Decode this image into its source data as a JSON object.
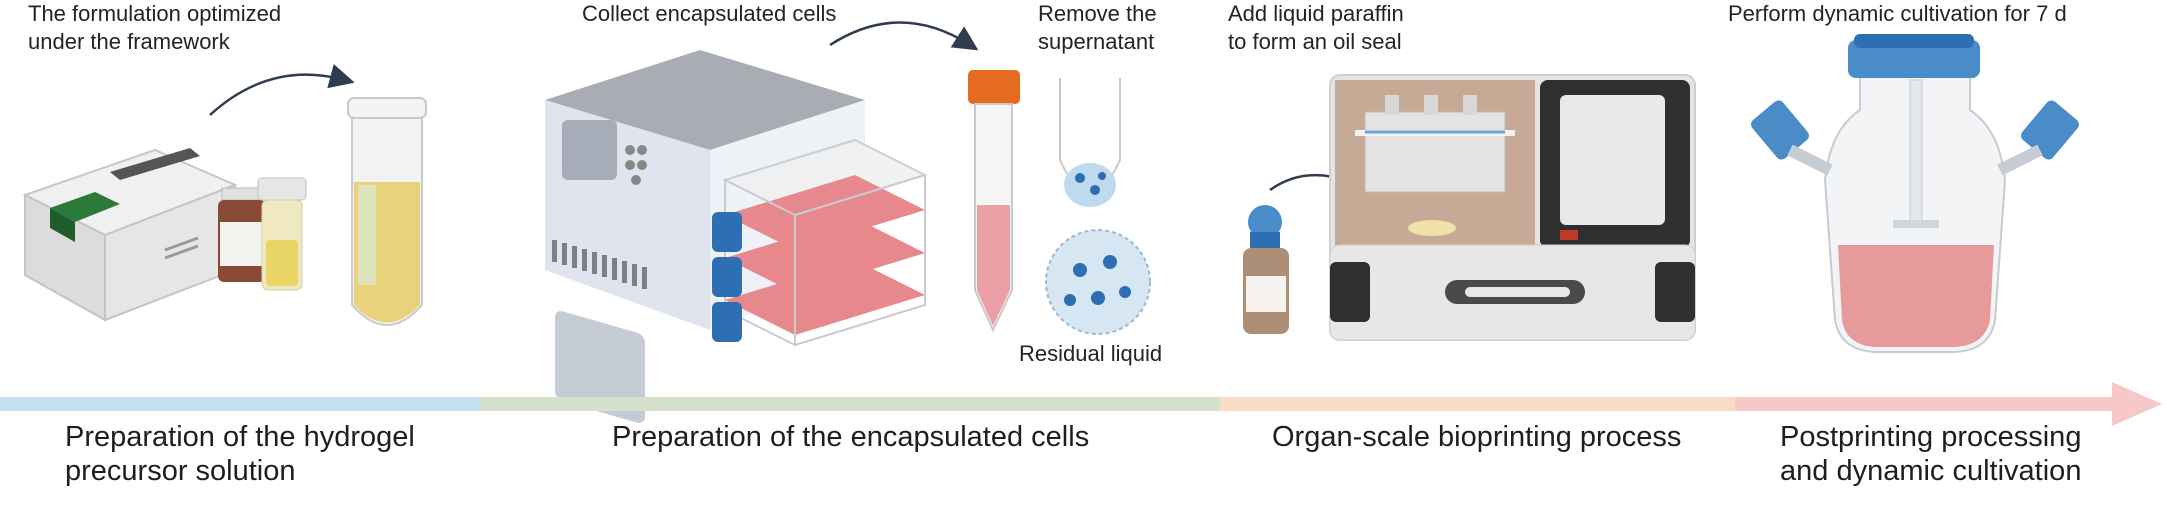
{
  "captions": {
    "formulation": "The formulation optimized\nunder the framework",
    "collect": "Collect encapsulated cells",
    "remove": "Remove the\nsupernatant",
    "residual": "Residual liquid",
    "paraffin": "Add liquid paraffin\nto form an oil seal",
    "cultivation": "Perform dynamic cultivation for 7 d"
  },
  "stages": [
    {
      "label": "Preparation of the hydrogel\nprecursor solution",
      "color": "#c7e1f1"
    },
    {
      "label": "Preparation of the encapsulated cells",
      "color": "#d4e2cd"
    },
    {
      "label": "Organ-scale bioprinting process",
      "color": "#f8dcc4"
    },
    {
      "label": "Postprinting processing\nand dynamic cultivation",
      "color": "#f6c9c8"
    }
  ],
  "colors": {
    "arrow": "#2f3c4f",
    "bottle_blue": "#4a8cc8",
    "dish_red": "#e7878c",
    "medium_pink": "#e59696",
    "gel_yellow": "#e8d27c"
  },
  "icons": [
    "curved-arrow-icon",
    "timeline-arrow-icon"
  ]
}
